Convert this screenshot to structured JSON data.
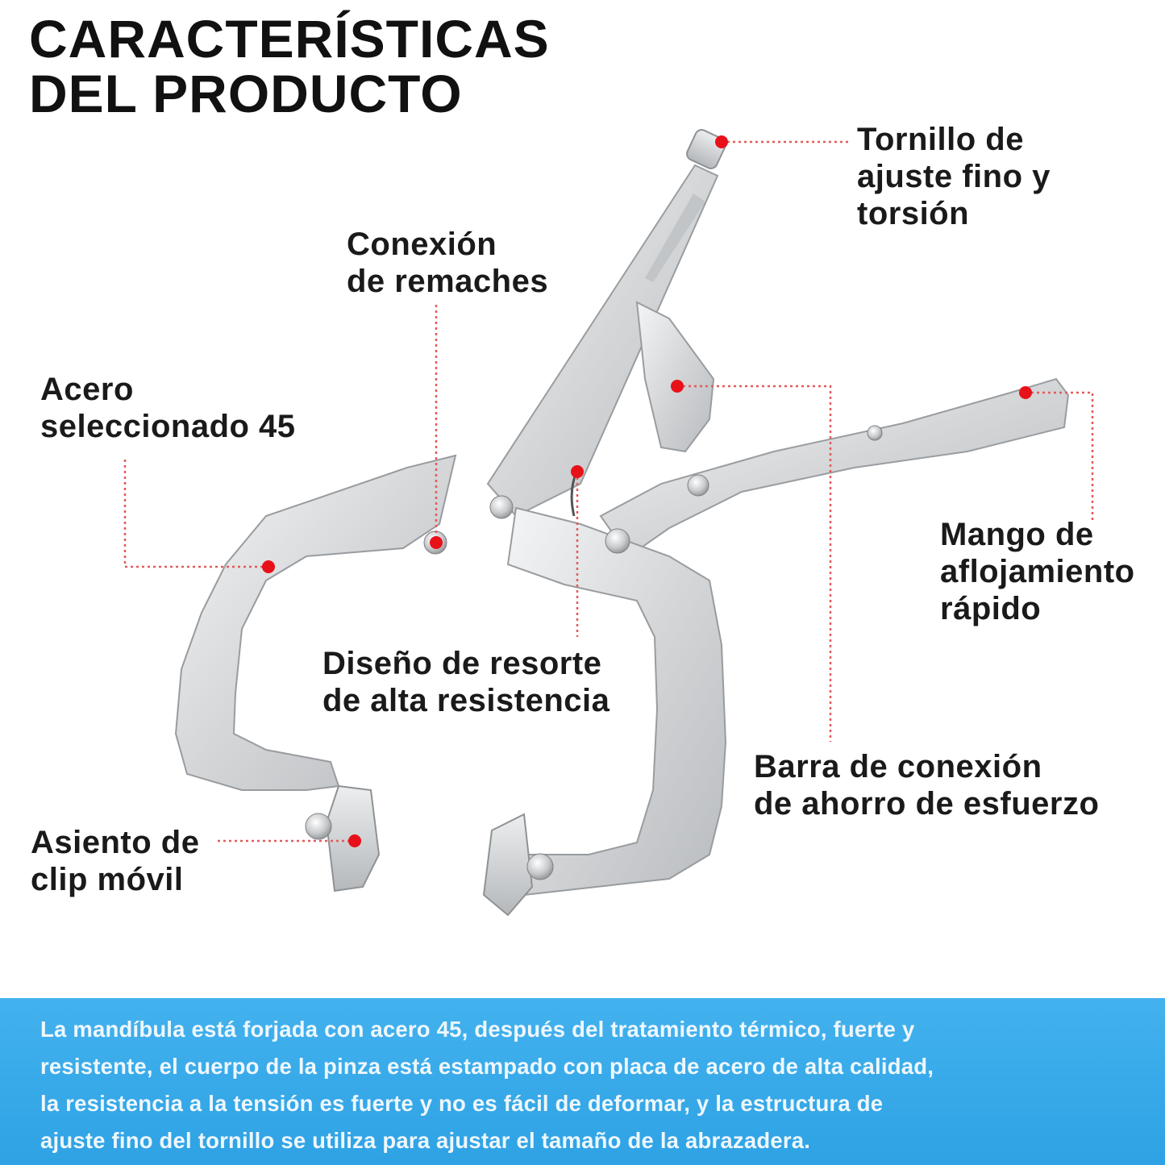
{
  "title": {
    "line1": "CARACTERÍSTICAS",
    "line2": "DEL PRODUCTO"
  },
  "callouts": {
    "tornillo": {
      "lines": [
        "Tornillo de",
        "ajuste fino y",
        "torsión"
      ]
    },
    "conexion": {
      "lines": [
        "Conexión",
        "de remaches"
      ]
    },
    "acero": {
      "lines": [
        "Acero",
        "seleccionado 45"
      ]
    },
    "mango": {
      "lines": [
        "Mango de",
        "aflojamiento",
        "rápido"
      ]
    },
    "resorte": {
      "lines": [
        "Diseño de resorte",
        "de alta resistencia"
      ]
    },
    "barra": {
      "lines": [
        "Barra de conexión",
        "de ahorro de esfuerzo"
      ]
    },
    "asiento": {
      "lines": [
        "Asiento de",
        "clip móvil"
      ]
    }
  },
  "banner": {
    "lines": [
      "La mandíbula está forjada con acero 45, después del tratamiento térmico, fuerte y",
      "resistente, el cuerpo de la pinza está estampado con placa de acero de alta calidad,",
      "la resistencia a la tensión es fuerte y no es fácil de deformar, y la estructura de",
      "ajuste fino del tornillo se utiliza para ajustar el tamaño de la abrazadera."
    ]
  },
  "colors": {
    "marker": "#e8111a",
    "leader": "#e25b5b",
    "banner": "#34a8e8",
    "steel": "#d9dadb"
  },
  "icon": "locking-c-clamp-pliers-illustration"
}
